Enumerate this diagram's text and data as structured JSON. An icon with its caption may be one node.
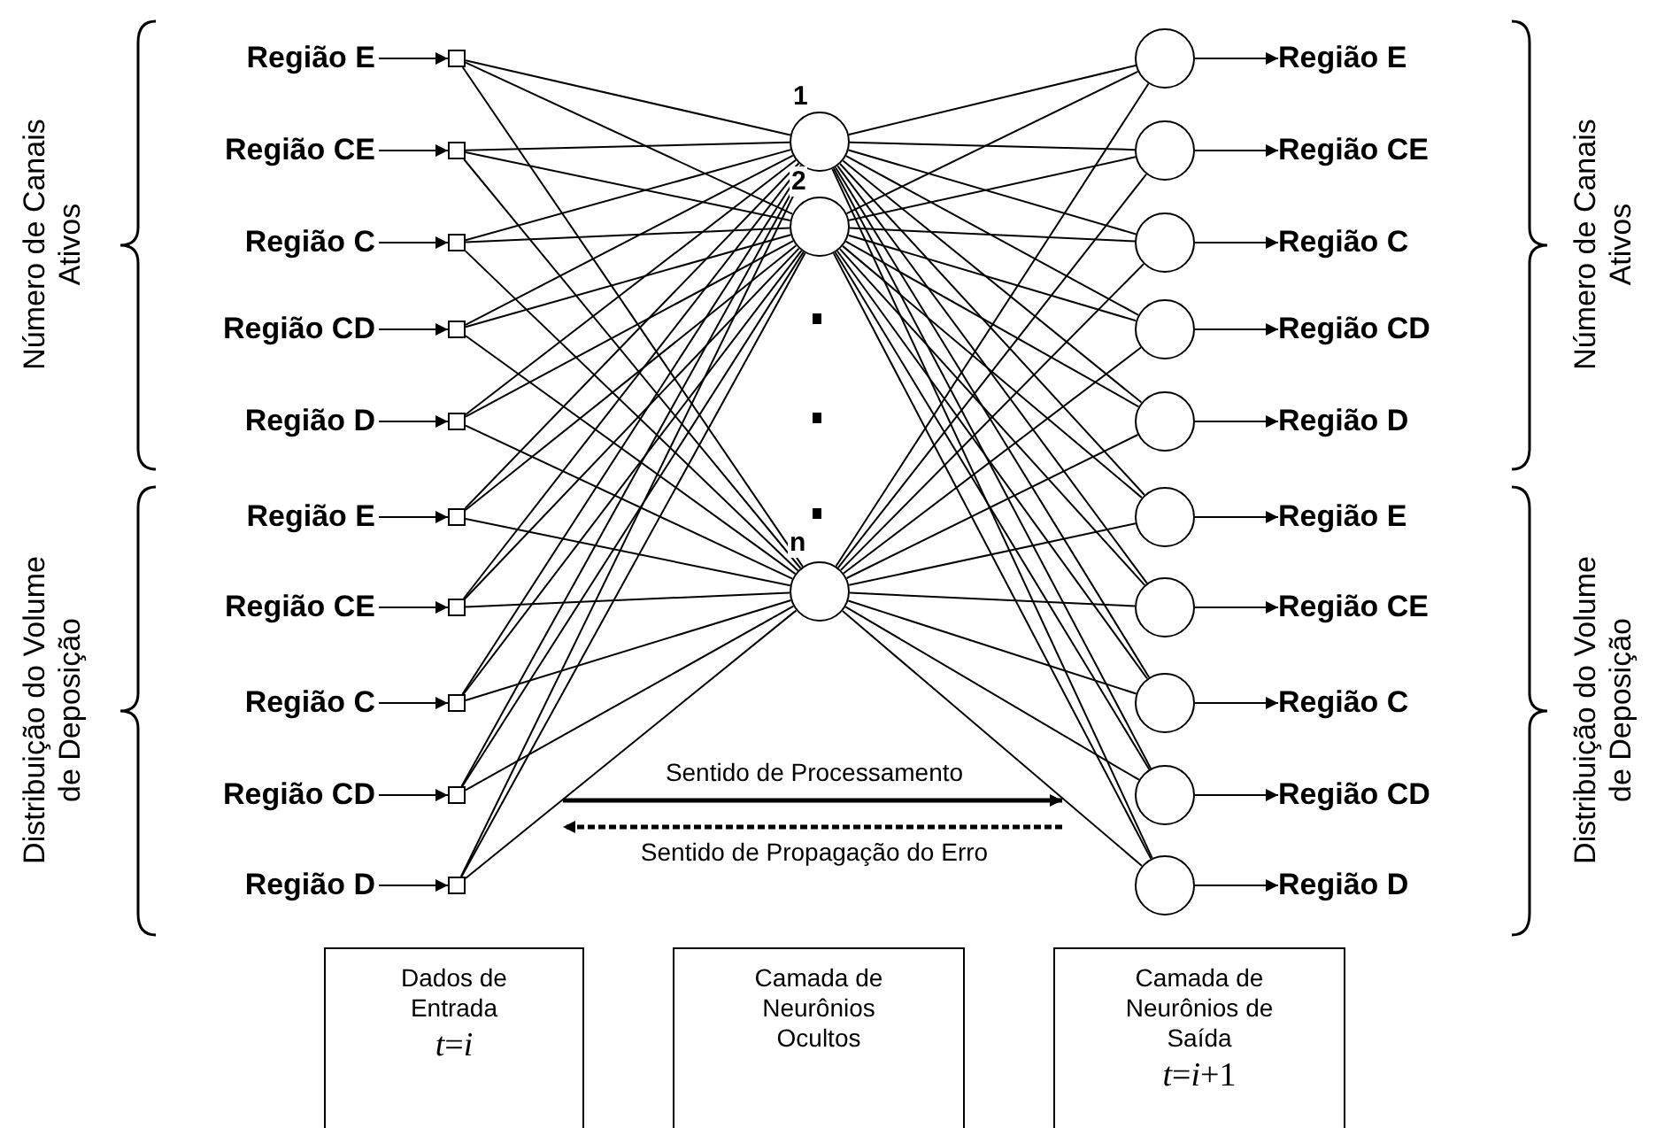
{
  "diagram": {
    "nodes": [
      {
        "text": [
          "Região E"
        ]
      },
      {
        "text": [
          "Região CE"
        ]
      },
      {
        "text": [
          "Região C"
        ]
      },
      {
        "text": [
          "Região CD"
        ]
      },
      {
        "text": [
          "Região D"
        ]
      },
      {
        "text": [
          "Região E"
        ]
      },
      {
        "text": [
          "Região CE"
        ]
      },
      {
        "text": [
          "Região C"
        ]
      },
      {
        "text": [
          "Região CD"
        ]
      },
      {
        "text": [
          "Região D"
        ]
      },
      {
        "text": [],
        "shape": "box"
      },
      {
        "text": [],
        "shape": "box"
      },
      {
        "text": [],
        "shape": "box"
      },
      {
        "text": [],
        "shape": "box"
      },
      {
        "text": [],
        "shape": "box"
      },
      {
        "text": [],
        "shape": "box"
      },
      {
        "text": [],
        "shape": "box"
      },
      {
        "text": [],
        "shape": "box"
      },
      {
        "text": [],
        "shape": "box"
      },
      {
        "text": [],
        "shape": "box"
      },
      {
        "text": [],
        "shape": "circle",
        "beside": [
          "1"
        ]
      },
      {
        "text": [],
        "shape": "circle",
        "beside": [
          "2"
        ]
      },
      {
        "text": [],
        "shape": "circle",
        "beside": [
          "n"
        ]
      },
      {
        "text": [],
        "shape": "circle"
      },
      {
        "text": [],
        "shape": "circle"
      },
      {
        "text": [],
        "shape": "circle"
      },
      {
        "text": [],
        "shape": "circle"
      },
      {
        "text": [],
        "shape": "circle"
      },
      {
        "text": [],
        "shape": "circle"
      },
      {
        "text": [],
        "shape": "circle"
      },
      {
        "text": [],
        "shape": "circle"
      },
      {
        "text": [],
        "shape": "circle"
      },
      {
        "text": [],
        "shape": "circle"
      },
      {
        "text": [
          "Região E"
        ]
      },
      {
        "text": [
          "Região CE"
        ]
      },
      {
        "text": [
          "Região C"
        ]
      },
      {
        "text": [
          "Região CD"
        ]
      },
      {
        "text": [
          "Região D"
        ]
      },
      {
        "text": [
          "Região E"
        ]
      },
      {
        "text": [
          "Região CE"
        ]
      },
      {
        "text": [
          "Região C"
        ]
      },
      {
        "text": [
          "Região CD"
        ]
      },
      {
        "text": [
          "Região D"
        ]
      },
      {
        "text": [
          "Dados de Entrada",
          "*t*=*i*"
        ]
      },
      {
        "text": [
          "Camada de Neurônios Ocultos"
        ]
      },
      {
        "text": [
          "Camada de Neurônios de Saída",
          "*t*=*i*+1"
        ]
      }
    ],
    "edges": [
      {
        "from": 0,
        "to": 10,
        "arrow": "to"
      },
      {
        "from": 1,
        "to": 11,
        "arrow": "to"
      },
      {
        "from": 2,
        "to": 12,
        "arrow": "to"
      },
      {
        "from": 3,
        "to": 13,
        "arrow": "to"
      },
      {
        "from": 4,
        "to": 14,
        "arrow": "to"
      },
      {
        "from": 5,
        "to": 15,
        "arrow": "to"
      },
      {
        "from": 6,
        "to": 16,
        "arrow": "to"
      },
      {
        "from": 7,
        "to": 17,
        "arrow": "to"
      },
      {
        "from": 8,
        "to": 18,
        "arrow": "to"
      },
      {
        "from": 9,
        "to": 19,
        "arrow": "to"
      },
      {
        "from": 10,
        "to": 20,
        "arrow": "none"
      },
      {
        "from": 10,
        "to": 21,
        "arrow": "none"
      },
      {
        "from": 10,
        "to": 22,
        "arrow": "none"
      },
      {
        "from": 11,
        "to": 20,
        "arrow": "none"
      },
      {
        "from": 11,
        "to": 21,
        "arrow": "none"
      },
      {
        "from": 11,
        "to": 22,
        "arrow": "none"
      },
      {
        "from": 12,
        "to": 20,
        "arrow": "none"
      },
      {
        "from": 12,
        "to": 21,
        "arrow": "none"
      },
      {
        "from": 12,
        "to": 22,
        "arrow": "none"
      },
      {
        "from": 13,
        "to": 20,
        "arrow": "none"
      },
      {
        "from": 13,
        "to": 21,
        "arrow": "none"
      },
      {
        "from": 13,
        "to": 22,
        "arrow": "none"
      },
      {
        "from": 14,
        "to": 20,
        "arrow": "none"
      },
      {
        "from": 14,
        "to": 21,
        "arrow": "none"
      },
      {
        "from": 14,
        "to": 22,
        "arrow": "none"
      },
      {
        "from": 15,
        "to": 20,
        "arrow": "none"
      },
      {
        "from": 15,
        "to": 21,
        "arrow": "none"
      },
      {
        "from": 15,
        "to": 22,
        "arrow": "none"
      },
      {
        "from": 16,
        "to": 20,
        "arrow": "none"
      },
      {
        "from": 16,
        "to": 21,
        "arrow": "none"
      },
      {
        "from": 16,
        "to": 22,
        "arrow": "none"
      },
      {
        "from": 17,
        "to": 20,
        "arrow": "none"
      },
      {
        "from": 17,
        "to": 21,
        "arrow": "none"
      },
      {
        "from": 17,
        "to": 22,
        "arrow": "none"
      },
      {
        "from": 18,
        "to": 20,
        "arrow": "none"
      },
      {
        "from": 18,
        "to": 21,
        "arrow": "none"
      },
      {
        "from": 18,
        "to": 22,
        "arrow": "none"
      },
      {
        "from": 19,
        "to": 20,
        "arrow": "none"
      },
      {
        "from": 19,
        "to": 21,
        "arrow": "none"
      },
      {
        "from": 19,
        "to": 22,
        "arrow": "none"
      },
      {
        "from": 20,
        "to": 23,
        "arrow": "none"
      },
      {
        "from": 20,
        "to": 24,
        "arrow": "none"
      },
      {
        "from": 20,
        "to": 25,
        "arrow": "none"
      },
      {
        "from": 20,
        "to": 26,
        "arrow": "none"
      },
      {
        "from": 20,
        "to": 27,
        "arrow": "none"
      },
      {
        "from": 20,
        "to": 28,
        "arrow": "none"
      },
      {
        "from": 20,
        "to": 29,
        "arrow": "none"
      },
      {
        "from": 20,
        "to": 30,
        "arrow": "none"
      },
      {
        "from": 20,
        "to": 31,
        "arrow": "none"
      },
      {
        "from": 20,
        "to": 32,
        "arrow": "none"
      },
      {
        "from": 21,
        "to": 23,
        "arrow": "none"
      },
      {
        "from": 21,
        "to": 24,
        "arrow": "none"
      },
      {
        "from": 21,
        "to": 25,
        "arrow": "none"
      },
      {
        "from": 21,
        "to": 26,
        "arrow": "none"
      },
      {
        "from": 21,
        "to": 27,
        "arrow": "none"
      },
      {
        "from": 21,
        "to": 28,
        "arrow": "none"
      },
      {
        "from": 21,
        "to": 29,
        "arrow": "none"
      },
      {
        "from": 21,
        "to": 30,
        "arrow": "none"
      },
      {
        "from": 21,
        "to": 31,
        "arrow": "none"
      },
      {
        "from": 21,
        "to": 32,
        "arrow": "none"
      },
      {
        "from": 22,
        "to": 23,
        "arrow": "none"
      },
      {
        "from": 22,
        "to": 24,
        "arrow": "none"
      },
      {
        "from": 22,
        "to": 25,
        "arrow": "none"
      },
      {
        "from": 22,
        "to": 26,
        "arrow": "none"
      },
      {
        "from": 22,
        "to": 27,
        "arrow": "none"
      },
      {
        "from": 22,
        "to": 28,
        "arrow": "none"
      },
      {
        "from": 22,
        "to": 29,
        "arrow": "none"
      },
      {
        "from": 22,
        "to": 30,
        "arrow": "none"
      },
      {
        "from": 22,
        "to": 31,
        "arrow": "none"
      },
      {
        "from": 22,
        "to": 32,
        "arrow": "none"
      },
      {
        "from": 23,
        "to": 33,
        "arrow": "to"
      },
      {
        "from": 24,
        "to": 34,
        "arrow": "to"
      },
      {
        "from": 25,
        "to": 35,
        "arrow": "to"
      },
      {
        "from": 26,
        "to": 36,
        "arrow": "to"
      },
      {
        "from": 27,
        "to": 37,
        "arrow": "to"
      },
      {
        "from": 28,
        "to": 38,
        "arrow": "to"
      },
      {
        "from": 29,
        "to": 39,
        "arrow": "to"
      },
      {
        "from": 30,
        "to": 40,
        "arrow": "to"
      },
      {
        "from": 31,
        "to": 41,
        "arrow": "to"
      },
      {
        "from": 32,
        "to": 42,
        "arrow": "to"
      }
    ],
    "labels": [
      "Número de Canais Ativos",
      "Distribuição do Volume de Deposição",
      "Número de Canais Ativos",
      "Distribuição do Volume de Deposição",
      "Sentido de Processamento",
      "Sentido de Propagação do Erro"
    ]
  }
}
